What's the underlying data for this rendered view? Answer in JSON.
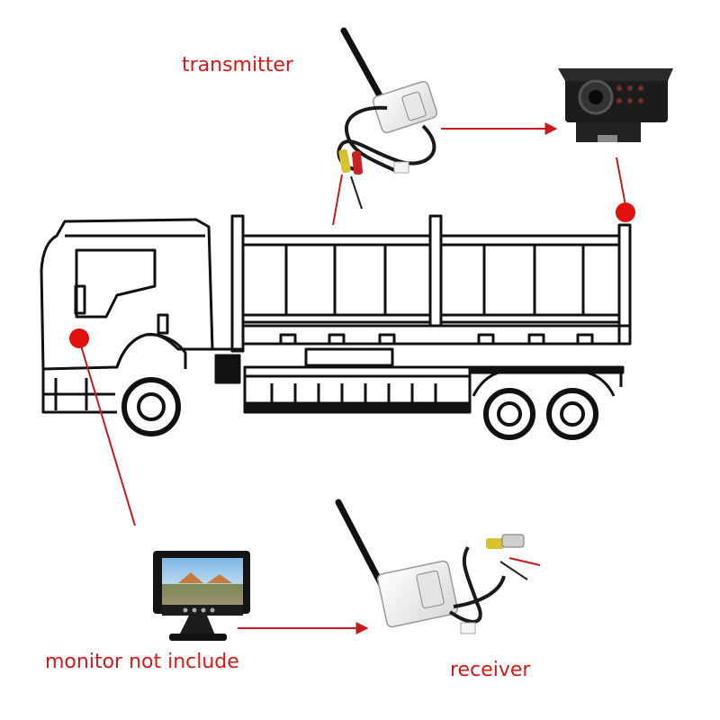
{
  "labels": {
    "transmitter": "transmitter",
    "monitor": "monitor not include",
    "receiver": "receiver"
  },
  "colors": {
    "accent_red": "#e01010",
    "line_red": "#c81a1a",
    "truck_outline": "#111111",
    "device_white": "#f2f2f2"
  },
  "icons": {
    "transmitter": "wireless-transmitter-icon",
    "camera": "reversing-camera-icon",
    "monitor": "monitor-icon",
    "receiver": "wireless-receiver-icon",
    "truck": "dump-truck-icon"
  }
}
